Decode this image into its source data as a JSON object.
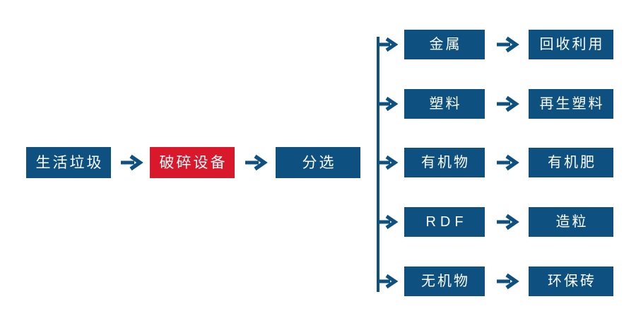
{
  "colors": {
    "primary_blue": "#0E5181",
    "accent_red": "#D9182C",
    "background": "#FFFFFF",
    "box_text": "#FFFFFF"
  },
  "flow": {
    "main_nodes": [
      {
        "label": "生活垃圾",
        "color": "blue"
      },
      {
        "label": "破碎设备",
        "color": "red"
      },
      {
        "label": "分选",
        "color": "blue"
      }
    ],
    "branches": [
      {
        "item": "金属",
        "result": "回收利用"
      },
      {
        "item": "塑料",
        "result": "再生塑料"
      },
      {
        "item": "有机物",
        "result": "有机肥"
      },
      {
        "item": "RDF",
        "result": "造粒"
      },
      {
        "item": "无机物",
        "result": "环保砖"
      }
    ]
  }
}
